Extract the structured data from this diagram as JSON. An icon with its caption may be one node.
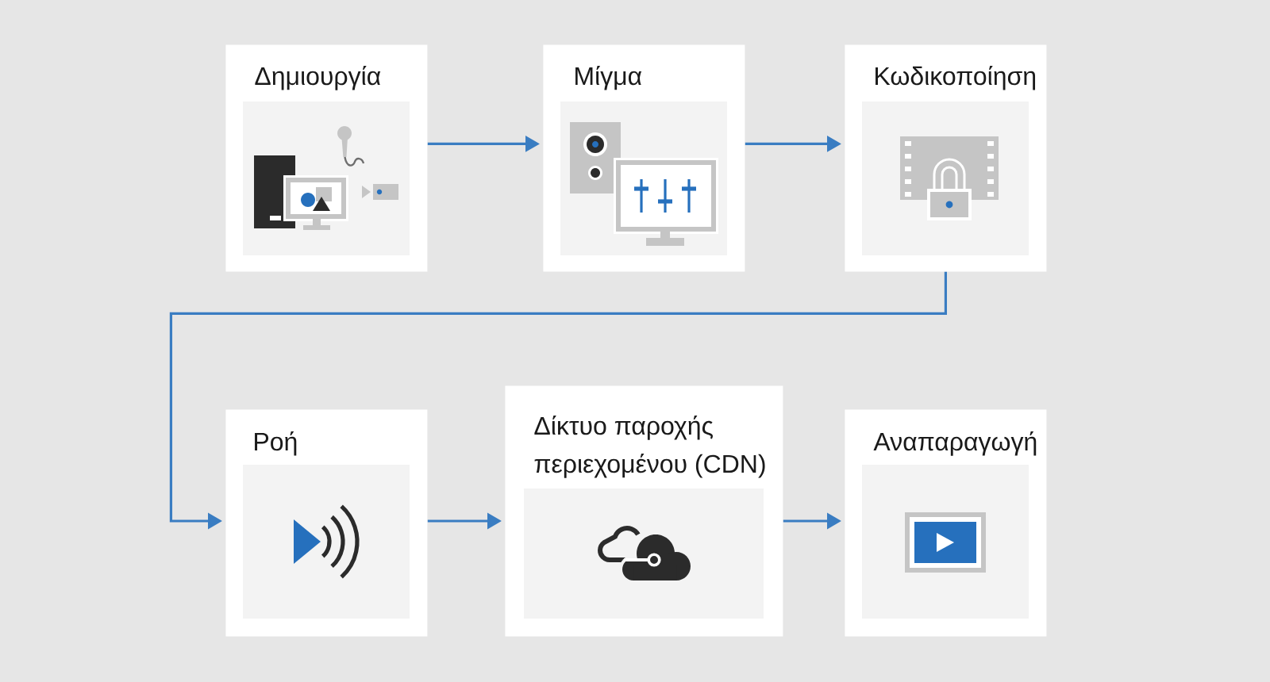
{
  "diagram": {
    "nodes": [
      {
        "text": [
          "Δημιουργία"
        ]
      },
      {
        "text": [
          "Μίγμα"
        ]
      },
      {
        "text": [
          "Κωδικοποίηση"
        ]
      },
      {
        "text": [
          "Ροή"
        ]
      },
      {
        "text": [
          "Δίκτυο παροχής περιεχομένου (CDN)"
        ]
      },
      {
        "text": [
          "Αναπαραγωγή"
        ]
      }
    ],
    "edges": [
      {
        "from": 0,
        "to": 1,
        "arrow": "to"
      },
      {
        "from": 1,
        "to": 2,
        "arrow": "to"
      },
      {
        "from": 2,
        "to": 3,
        "arrow": "to"
      },
      {
        "from": 3,
        "to": 4,
        "arrow": "to"
      },
      {
        "from": 4,
        "to": 5,
        "arrow": "to"
      }
    ]
  }
}
